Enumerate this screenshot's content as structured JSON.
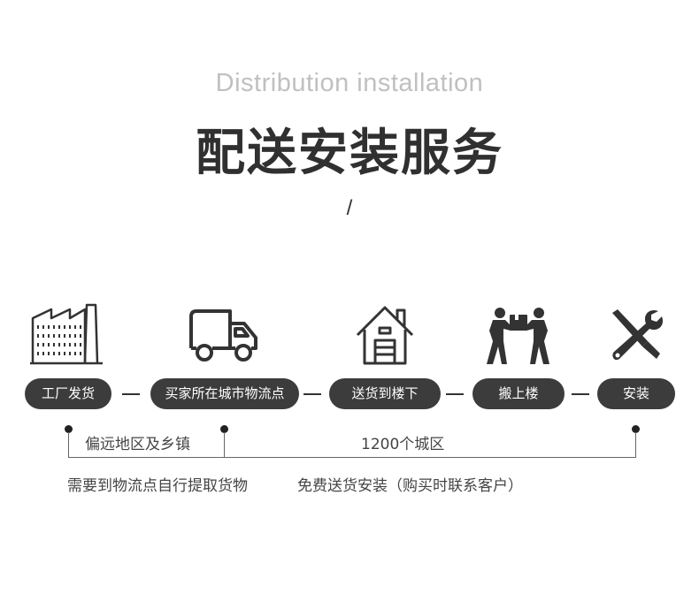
{
  "header": {
    "subtitle": "Distribution installation",
    "title": "配送安装服务",
    "divider": "/"
  },
  "steps": [
    {
      "icon": "factory-icon",
      "label": "工厂发货"
    },
    {
      "icon": "truck-icon",
      "label": "买家所在城市物流点"
    },
    {
      "icon": "house-icon",
      "label": "送货到楼下"
    },
    {
      "icon": "movers-icon",
      "label": "搬上楼"
    },
    {
      "icon": "tools-icon",
      "label": "安装"
    }
  ],
  "notes": {
    "remote_areas": "偏远地区及乡镇",
    "cities": "1200个城区",
    "remote_desc": "需要到物流点自行提取货物",
    "city_desc": "免费送货安装（购买时联系客户）"
  },
  "colors": {
    "pill_bg": "#3c3c3c",
    "title": "#303030",
    "subtitle": "#c0c0c0",
    "line": "#666666"
  }
}
